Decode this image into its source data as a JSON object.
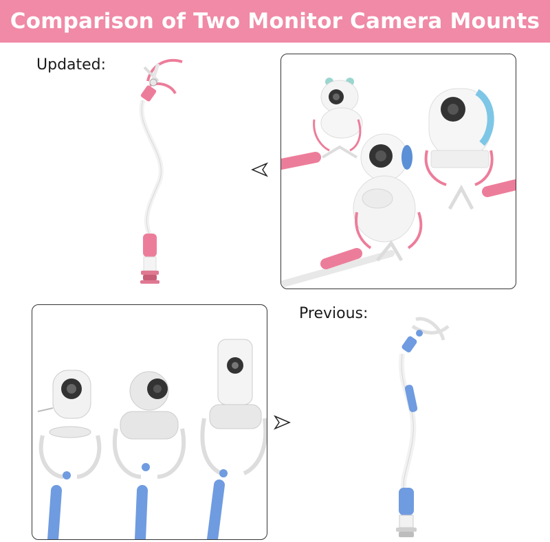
{
  "banner": {
    "title": "Comparison of Two Monitor Camera Mounts"
  },
  "labels": {
    "updated": "Updated:",
    "previous": "Previous:"
  },
  "colors": {
    "banner": "#f08aa6",
    "updated_accent": "#ec7d9a",
    "previous_accent": "#6f9be0"
  },
  "icons": {
    "arrow_left": "triangle-left-icon",
    "arrow_right": "triangle-right-icon"
  }
}
